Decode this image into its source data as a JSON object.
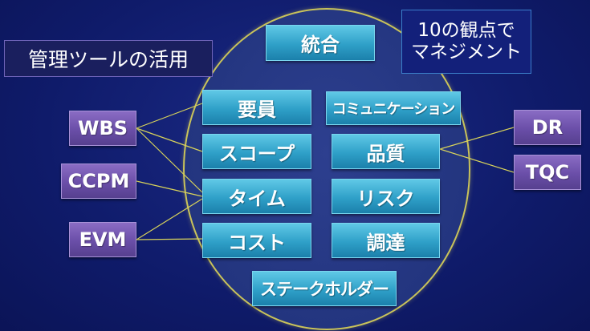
{
  "title_label": "管理ツールの活用",
  "viewpoint_label": {
    "line1": "10の観点で",
    "line2": "マネジメント"
  },
  "knowledge_areas": {
    "integration": "統合",
    "resource": "要員",
    "communication": "コミュニケーション",
    "scope": "スコープ",
    "quality": "品質",
    "time": "タイム",
    "risk": "リスク",
    "cost": "コスト",
    "procurement": "調達",
    "stakeholder": "ステークホルダー"
  },
  "tools": {
    "wbs": "WBS",
    "ccpm": "CCPM",
    "evm": "EVM",
    "dr": "DR",
    "tqc": "TQC"
  },
  "colors": {
    "background": "#0f1b6a",
    "knowledge_box": "#2fa0c8",
    "tool_box": "#6a4ea8",
    "connector_line": "#d8d35a",
    "ellipse_border": "#c9c35a"
  }
}
